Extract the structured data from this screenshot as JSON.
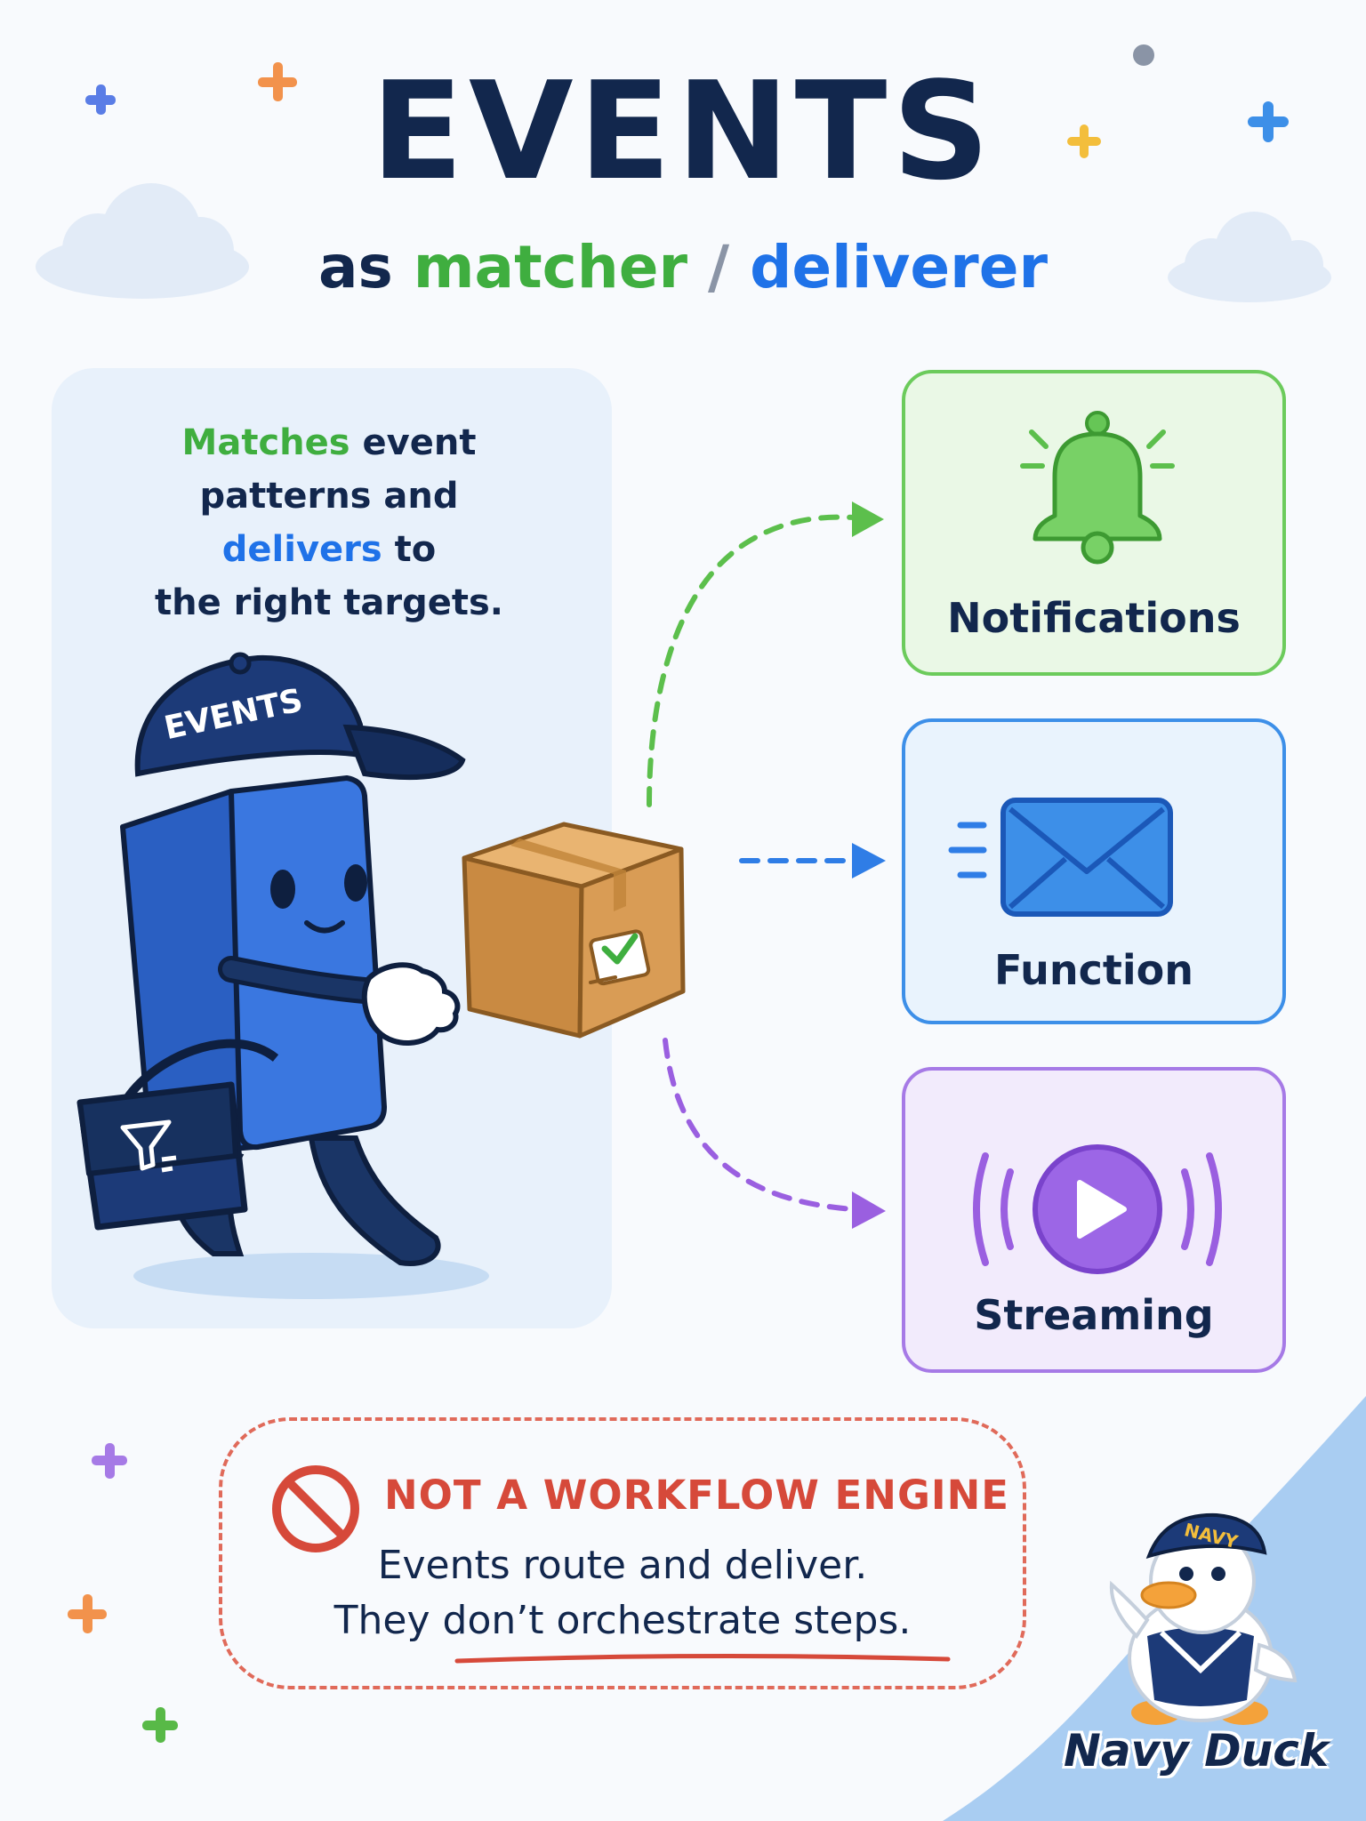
{
  "header": {
    "title": "EVENTS",
    "subtitle_prefix": "as",
    "subtitle_matcher": "matcher",
    "subtitle_separator": "/",
    "subtitle_deliverer": "deliverer"
  },
  "description": {
    "matches": "Matches",
    "line1_rest": "event",
    "line2": "patterns and",
    "delivers": "delivers",
    "line3_rest": "to",
    "line4": "the right targets."
  },
  "mascot": {
    "cap_text": "EVENTS"
  },
  "targets": [
    {
      "label": "Notifications",
      "icon": "bell-icon",
      "color": "#6ccb5c"
    },
    {
      "label": "Function",
      "icon": "envelope-icon",
      "color": "#3d8fe8"
    },
    {
      "label": "Streaming",
      "icon": "play-stream-icon",
      "color": "#a67ae6"
    }
  ],
  "warning": {
    "title": "NOT A WORKFLOW ENGINE",
    "line1": "Events route and deliver.",
    "line2": "They don’t orchestrate steps.",
    "color": "#d6493a"
  },
  "branding": {
    "mascot_name": "Navy Duck",
    "cap_text": "NAVY"
  },
  "colors": {
    "navy": "#12274d",
    "green": "#3fae3f",
    "blue": "#1f72e8",
    "purple": "#a67ae6"
  }
}
